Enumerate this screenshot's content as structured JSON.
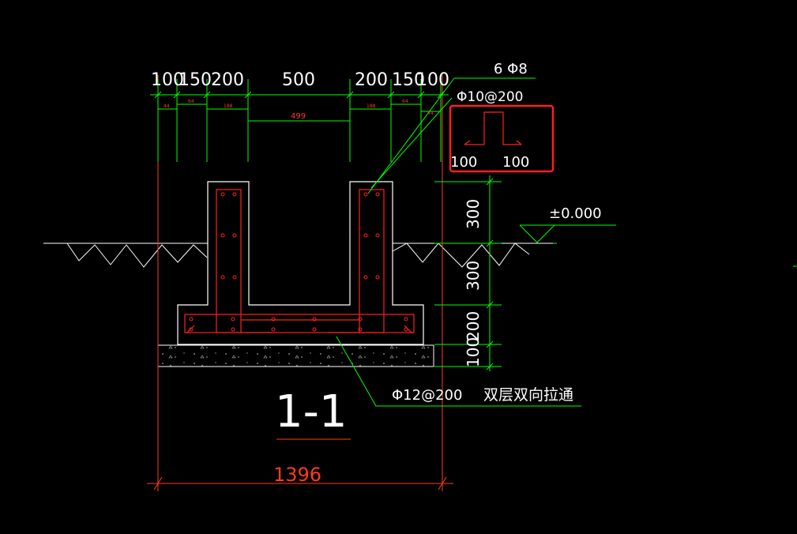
{
  "drawing": {
    "top_dimensions": [
      "100",
      "150",
      "200",
      "500",
      "200",
      "150",
      "100"
    ],
    "small_dimensions": {
      "d1": "44",
      "d2": "64",
      "d3": "188",
      "d4": "188",
      "d5": "64",
      "d6": "44",
      "inner": "499"
    },
    "right_dimensions": [
      "300",
      "300",
      "200",
      "100"
    ],
    "elevation": "±0.000",
    "rebar_top": "6 Φ8",
    "rebar_stirrup": "Φ10@200",
    "detail_dims": [
      "100",
      "100"
    ],
    "rebar_bottom": "Φ12@200",
    "rebar_bottom_note": "双层双向拉通",
    "section_label": "1-1",
    "total_width": "1396"
  },
  "colors": {
    "background": "#000000",
    "dimension": "#00ff00",
    "concrete_outline": "#ffffff",
    "rebar": "#ff2020",
    "extension": "#ff3b1a",
    "highlight": "#ff1e1e"
  }
}
